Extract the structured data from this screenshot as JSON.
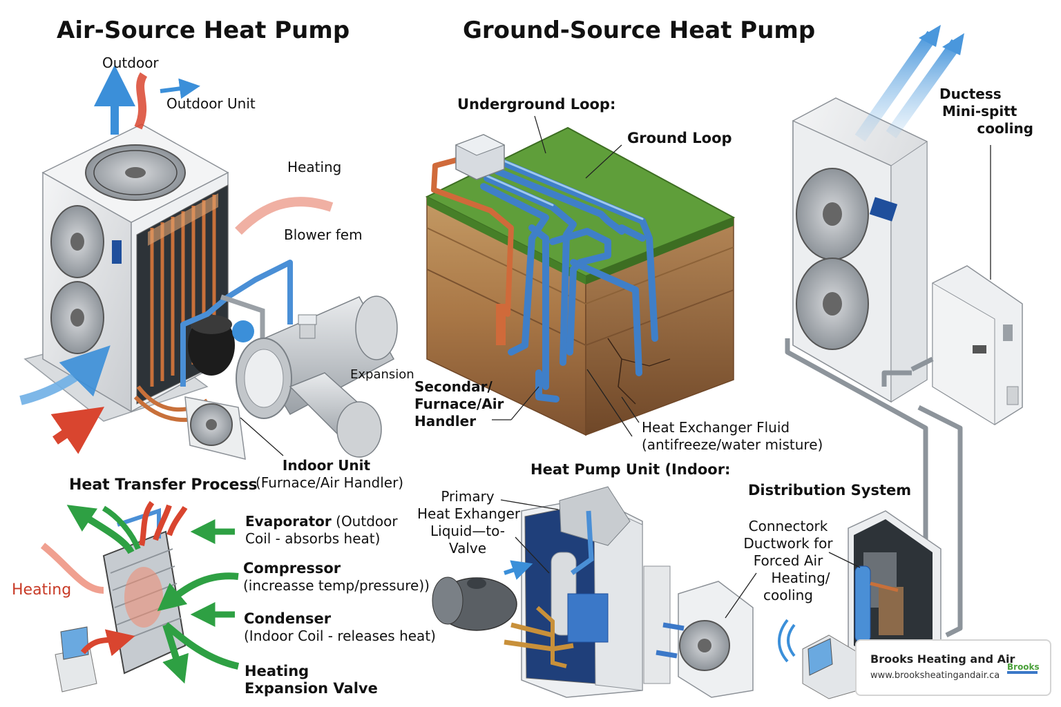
{
  "titles": {
    "air_source": "Air-Source Heat Pump",
    "ground_source": "Ground-Source Heat Pump"
  },
  "air_source": {
    "outdoor": "Outdoor",
    "outdoor_unit": "Outdoor Unit",
    "heating": "Heating",
    "blower_fan": "Blower fem",
    "expansion": "Expansion",
    "indoor_unit_line1": "Indoor Unit",
    "indoor_unit_line2": "(Furnace/Air Handler)"
  },
  "heat_transfer": {
    "title": "Heat Transfer Process",
    "heating_side": "Heating",
    "evaporator_title": "Evaporator",
    "evaporator_rest": " (Outdoor",
    "evaporator_line2": "Coil - absorbs heat)",
    "compressor_title": "Compressor",
    "compressor_line2": "(increasse temp/pressure))",
    "condenser_title": "Condenser",
    "condenser_line2": "(Indoor Coil - releases heat)",
    "heating_title": "Heating",
    "expansion_valve": "Expansion Valve"
  },
  "ground_source": {
    "underground_loop": "Underground Loop:",
    "ground_loop": "Ground Loop",
    "secondary_line1": "Secondar/",
    "secondary_line2": "Furnace/Air",
    "secondary_line3": "Handler",
    "hx_fluid_line1": "Heat Exchanger Fluid",
    "hx_fluid_line2": "(antifreeze/water misture)",
    "heat_pump_unit": "Heat Pump Unit (Indoor:",
    "primary_line1": "Primary",
    "primary_line2": "Heat Exhanger",
    "primary_line3": "Liquid—to-",
    "primary_line4": "Valve"
  },
  "right_panel": {
    "ductless_line1": "Ductess",
    "ductless_line2": "Mini-spitt",
    "ductless_line3": "cooling",
    "distribution_system": "Distribution System",
    "connector_line1": "Connectork",
    "connector_line2": "Ductwork for",
    "connector_line3": "Forced Air",
    "connector_line4": "Heating/",
    "connector_line5": "cooling"
  },
  "brand": {
    "name": "Brooks Heating and Air",
    "url": "www.brooksheatingandair.ca",
    "logo_text": "Brooks"
  },
  "colors": {
    "hot": "#d9452f",
    "cold": "#3b8fd9",
    "green_arrow": "#2ea043",
    "copper": "#c8703a",
    "pipe_blue": "#4a8fd6",
    "grass": "#5f9e3a",
    "soil_top": "#b98a56",
    "soil_bottom": "#8a5a34",
    "unit_gray": "#e6e8ea"
  }
}
